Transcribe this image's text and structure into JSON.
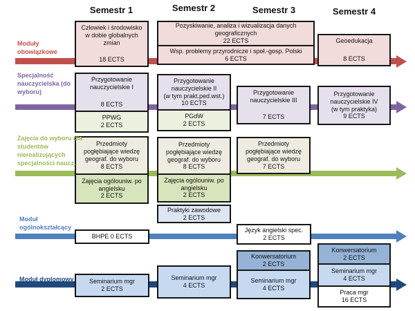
{
  "headers": [
    "Semestr 1",
    "Semestr 2",
    "Semestr 3",
    "Semestr 4"
  ],
  "rows": [
    {
      "label": "Moduły obowiązkowe",
      "color": "#c0504d"
    },
    {
      "label": "Specjalność nauczycielska (do wyboru)",
      "color": "#8064a2"
    },
    {
      "label": "Zajęcia do wyboru dla studentów nierealizujących specjalności naucz.",
      "color": "#9bbb59"
    },
    {
      "label": "Moduł ogólnokształcący",
      "color": "#4f81bd"
    },
    {
      "label": "Moduł dyplomowy",
      "color": "#1f497d"
    }
  ],
  "boxes": {
    "czlowiek": {
      "title": "Człowiek i środowisko w dobie globalnych zmian",
      "ects": "18 ECTS"
    },
    "pozyskiwanie": {
      "title": "Pozyskiwanie, analiza i wizualizacja danych geograficznych",
      "ects": "22 ECTS"
    },
    "wsp_problemy": {
      "title": "Wsp. problemy przyrodnicze i społ.-gosp. Polski",
      "ects": "6 ECTS"
    },
    "geoedukacja": {
      "title": "Geoedukacja",
      "ects": "8 ECTS"
    },
    "przygotowanie_1": {
      "title": "Przygotowanie nauczycielskie I",
      "ects": "8 ECTS"
    },
    "ppwg": {
      "title": "PPWG",
      "ects": "2 ECTS"
    },
    "przygotowanie_2": {
      "title": "Przygotowanie nauczycielskie II",
      "subtitle": "(w tym prakt.ped.wst.)",
      "ects": "10 ECTS"
    },
    "pgdw": {
      "title": "PGdW",
      "ects": "2 ECTS"
    },
    "przygotowanie_3": {
      "title": "Przygotowanie nauczycielskie III",
      "ects": "7 ECTS"
    },
    "przygotowanie_4": {
      "title": "Przygotowanie nauczycielskie IV",
      "subtitle": "(w tym praktyka)",
      "ects": "9 ECTS"
    },
    "przedmioty_s1": {
      "title": "Przedmioty pogłębiające wiedzę geograf. do wyboru",
      "ects": "8 ECTS"
    },
    "zajecia_s1": {
      "title": "Zajęcia ogólouniw. po angielsku",
      "ects": "2 ECTS"
    },
    "przedmioty_s2": {
      "title": "Przedmioty pogłębiające wiedzę geograf. do wyboru",
      "ects": "8 ECTS"
    },
    "zajecia_s2": {
      "title": "Zajęcia ogólouniw. po angielsku",
      "ects": "2 ECTS"
    },
    "praktyki": {
      "title": "Praktyki zawodowe",
      "ects": "2 ECTS"
    },
    "przedmioty_s3": {
      "title": "Przedmioty pogłębiające wiedzę geograf. do wyboru",
      "ects": "7 ECTS"
    },
    "bhpe": {
      "title": "BHPE 0 ECTS"
    },
    "jezyk_angielski": {
      "title": "Język angielski spec.",
      "ects": "2 ECTS"
    },
    "seminarium_s1": {
      "title": "Seminarium mgr",
      "ects": "2 ECTS"
    },
    "seminarium_s2": {
      "title": "Seminarium mgr",
      "ects": "4 ECTS"
    },
    "konwersatorium_s3": {
      "title": "Konwersatorium",
      "ects": "2 ECTS"
    },
    "seminarium_s3": {
      "title": "Seminarium mgr",
      "ects": "4 ECTS"
    },
    "konwersatorium_s4": {
      "title": "Konwersatorium",
      "ects": "2 ECTS"
    },
    "seminarium_s4": {
      "title": "Seminarium mgr",
      "ects": "4 ECTS"
    },
    "praca_mgr": {
      "title": "Praca mgr",
      "ects": "16 ECTS"
    }
  },
  "colors": {
    "box_pink": "#f2dcdb",
    "box_purple": "#e6e0ec",
    "box_pale_green": "#ebf1de",
    "box_cream": "#eeece1",
    "box_green": "#d7e4bc",
    "box_pale_blue": "#dce6f2",
    "box_light_blue": "#c6d9f1",
    "box_medium_blue": "#95b3d7",
    "box_white": "#ffffff",
    "arrow_red": "#c0504d",
    "arrow_purple": "#8064a2",
    "arrow_green": "#9bbb59",
    "arrow_blue": "#4f81bd",
    "arrow_navy": "#1f497d"
  }
}
